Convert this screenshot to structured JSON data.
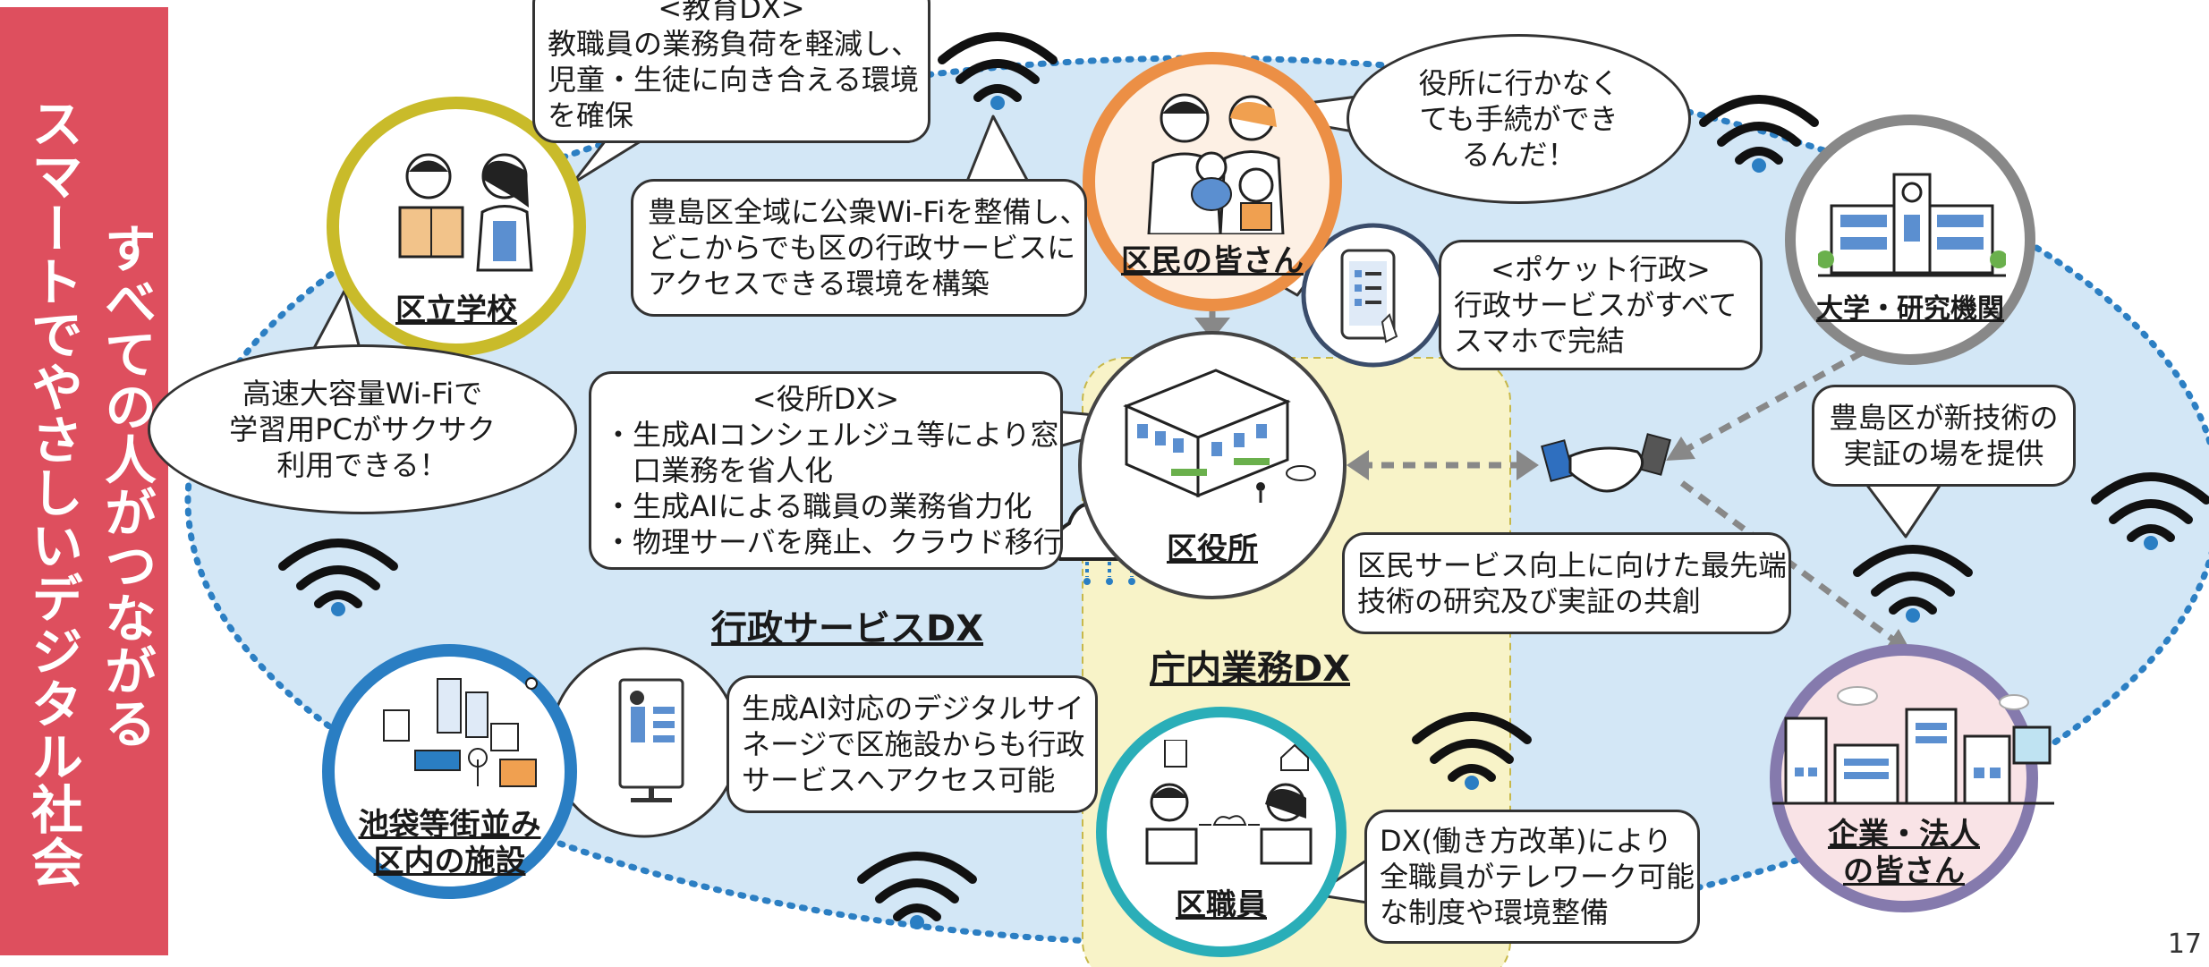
{
  "sidebar": {
    "line1": "すべての人がつながる",
    "line2": "スマートでやさしいデジタル社会",
    "color": "#de4f5e"
  },
  "zones": {
    "gyosei": "行政サービスDX",
    "chonai": "庁内業務DX"
  },
  "nodes": {
    "school": "区立学校",
    "residents": "区民の皆さん",
    "university": "大学・研究機関",
    "ward_office": "区役所",
    "facilities": [
      "池袋等街並み",
      "区内の施設"
    ],
    "staff": "区職員",
    "companies": [
      "企業・法人",
      "の皆さん"
    ]
  },
  "callouts": {
    "education_dx": {
      "title": "<教育DX>",
      "lines": [
        "教職員の業務負荷を軽減し、",
        "児童・生徒に向き合える環境",
        "を確保"
      ]
    },
    "wifi_public": {
      "lines": [
        "豊島区全域に公衆Wi-Fiを整備し、",
        "どこからでも区の行政サービスに",
        "アクセスできる環境を構築"
      ]
    },
    "resident_voice": {
      "lines": [
        "役所に行かなく",
        "ても手続ができ",
        "るんだ！"
      ]
    },
    "pocket_gov": {
      "title": "<ポケット行政>",
      "lines": [
        "行政サービスがすべて",
        "スマホで完結"
      ]
    },
    "school_wifi": {
      "lines": [
        "高速大容量Wi-Fiで",
        "学習用PCがサクサク",
        "利用できる！"
      ]
    },
    "office_dx": {
      "title": "<役所DX>",
      "lines": [
        "・生成AIコンシェルジュ等により窓",
        "　口業務を省人化",
        "・生成AIによる職員の業務省力化",
        "・物理サーバを廃止、クラウド移行"
      ]
    },
    "tech_provide": {
      "lines": [
        "豊島区が新技術の",
        "実証の場を提供"
      ]
    },
    "cocreation": {
      "lines": [
        "区民サービス向上に向けた最先端",
        "技術の研究及び実証の共創"
      ]
    },
    "signage": {
      "lines": [
        "生成AI対応のデジタルサイ",
        "ネージで区施設からも行政",
        "サービスへアクセス可能"
      ]
    },
    "telework": {
      "lines": [
        "DX(働き方改革)により",
        "全職員がテレワーク可能",
        "な制度や環境整備"
      ]
    }
  },
  "page_number": "17",
  "icons": [
    "wifi-icon",
    "cloud-icon",
    "handshake-icon",
    "smartphone-icon",
    "signage-icon",
    "building-icon",
    "family-icon",
    "students-icon",
    "staff-icon",
    "city-icon",
    "company-icon"
  ],
  "colors": {
    "ellipse_fill": "#d3e7f6",
    "ellipse_border": "#2c7fc3",
    "yellow_zone": "#f8f3c8",
    "school_ring": "#c9bb2a",
    "residents_ring": "#ec8f45",
    "university_ring": "#888888",
    "facilities_ring": "#2a7ec3",
    "staff_ring": "#2aaeb8",
    "company_ring": "#857aad",
    "arrow_gray": "#888888"
  }
}
